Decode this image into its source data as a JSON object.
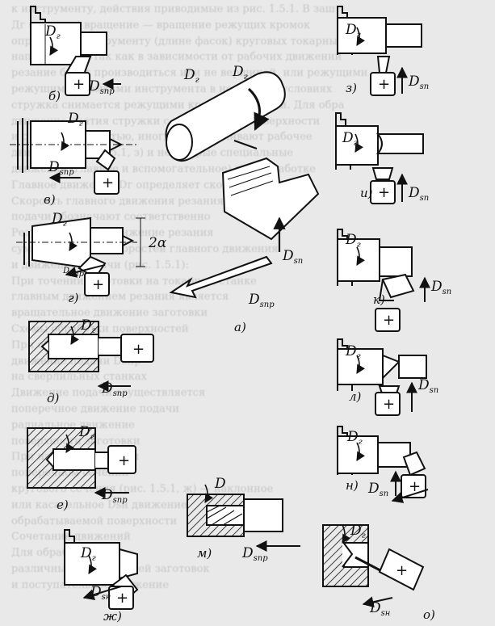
{
  "background_text": [
    "к инструменту, действия приводимые из рис. 1.5.1. В заш",
    "Дг (главное) вращение — вращение режущих кромок",
    "определяет инструменту (длине фасок) круговых токарных",
    "направлению, так как в зависимости от рабочих движений",
    "резание будет производиться или не вершиной, или режущими",
    "режущими кромками инструмента в некоторых условиях",
    "стружка снимается режущими кромками подачи. Для обра",
    "движение снятия стружки с той или иной поверхности",
    "и с той поверхностью, иногда устанавливают рабочее",
    "движение (рис. 1.5.1, з) и некоторые специальные",
    "движения (главное и вспомогательное) при обработке",
    "Главное движение Dг определяет скорость",
    "Скорость главного движения резания Dг и движения",
    "подачи обозначают соответственно",
    "Результирующее движение резания",
    "суммой векторов скоростей главного движения",
    "и движения подачи (рис. 1.5.1):",
    "При точении заготовки на токарном станке",
    "главным движением резания является",
    "вращательное движение заготовки",
    "Схемы обработки поверхностей",
    "При обработке отверстий",
    "движение подачи Dsпр",
    "на сверлильных станках",
    "Движение подачи осуществляется",
    "поперечное движение подачи",
    "радиальное движение",
    "поверхности заготовки",
    "При нарезании резьбы",
    "поперечном сечении",
    "кругового сечения (рис. 1.5.1, ж) — наклонное",
    "или касательное Dsн движение",
    "обрабатываемой поверхности",
    "Сочетание движений",
    "Для обработки",
    "различных поверхностей заготовок",
    "и поступательное движение"
  ],
  "caption_letters": {
    "a": "а)",
    "b": "б)",
    "v1": "в)",
    "g": "г)",
    "d": "д)",
    "e": "е)",
    "zh": "ж)",
    "z": "з)",
    "i": "и)",
    "k": "к)",
    "l": "л)",
    "m": "м)",
    "n": "н)",
    "o": "о)"
  },
  "motion_labels": {
    "main_rotation": "D",
    "main_rotation_sub": "г",
    "feed_longitudinal": "D",
    "feed_longitudinal_sub": "sпр",
    "feed_transverse": "D",
    "feed_transverse_sub": "sп",
    "feed_tangential": "D",
    "feed_tangential_sub": "sн",
    "plain_d": "D"
  },
  "angle_label": "2α",
  "tool_mark": "+"
}
